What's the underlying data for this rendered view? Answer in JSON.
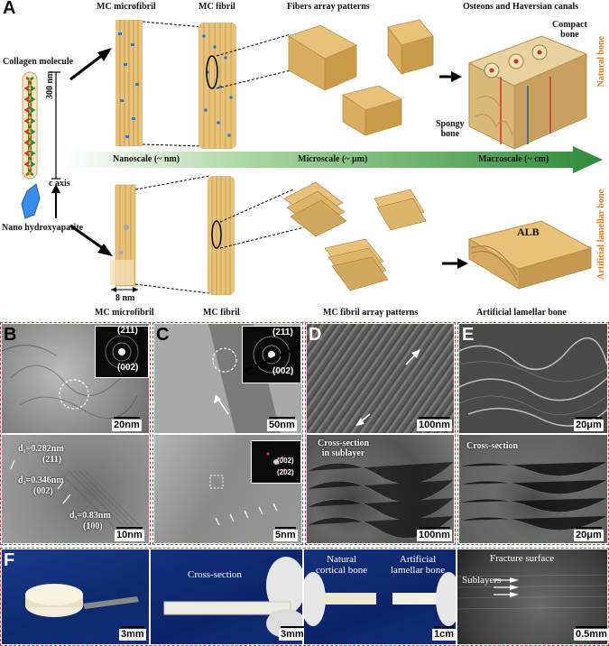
{
  "panels": {
    "a": "A",
    "b": "B",
    "c": "C",
    "d": "D",
    "e": "E",
    "f": "F"
  },
  "top": {
    "mc_microfibril": "MC microfibril",
    "mc_fibril": "MC fibril",
    "fibers_array": "Fibers array patterns",
    "osteons": "Osteons and Haversian canals",
    "collagen": "Collagen molecule",
    "length": "300 nm",
    "compact": "Compact\nbone",
    "spongy": "Spongy\nbone",
    "natural_bone": "Natural bone"
  },
  "scale_bar": {
    "nano": "Nanoscale (~ nm)",
    "micro": "Microscale (~ μm)",
    "macro": "Macroscale (~ cm)"
  },
  "bottom": {
    "c_axis": "c axis",
    "nano_ha": "Nano hydroxyapatite",
    "width": "8 nm",
    "mc_microfibril": "MC microfibril",
    "mc_fibril": "MC fibril",
    "array_patterns": "MC fibril array patterns",
    "alb": "ALB",
    "artificial_lamellar": "Artificial lamellar bone",
    "artificial_side": "Artificial lamellar bone"
  },
  "micro": {
    "b_211": "(211)",
    "b_002": "(002)",
    "b_scale1": "20nm",
    "b_d1": "d₁=0.282nm",
    "b_d1_hkl": "(211)",
    "b_d2": "d₂=0.346nm",
    "b_d2_hkl": "(002)",
    "b_d3": "d₃=0.83nm",
    "b_d3_hkl": "(100)",
    "b_scale2": "10nm",
    "c_211": "(211)",
    "c_002": "(002)",
    "c_scale1": "50nm",
    "c_fft_002": "(002)",
    "c_fft_202": "(202)",
    "c_scale2": "5nm",
    "d_scale1": "100nm",
    "d_cross": "Cross-section\nin sublayer",
    "d_scale2": "100nm",
    "e_scale1": "20μm",
    "e_cross": "Cross-section",
    "e_scale2": "20μm"
  },
  "photos": {
    "f_scale1": "3mm",
    "cross": "Cross-section",
    "f_scale2": "3mm",
    "natural_cortical": "Natural\ncortical bone",
    "artificial_lamellar": "Artificial\nlamellar bone",
    "f_scale3": "1cm",
    "fracture": "Fracture surface",
    "sublayers": "Sublayers",
    "f_scale4": "0.5mm"
  },
  "colors": {
    "accent_orange": "#e07b2a",
    "arrow_green": "#3a9a3a",
    "border_red": "#d33333",
    "fiber": "#e8c27a"
  }
}
